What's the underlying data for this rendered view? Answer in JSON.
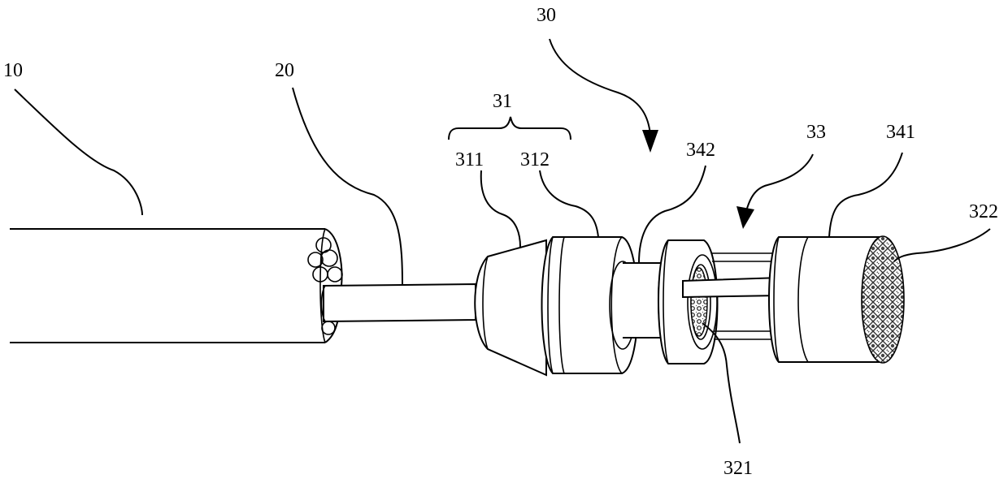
{
  "labels": {
    "l10": "10",
    "l20": "20",
    "l30": "30",
    "l31": "31",
    "l311": "311",
    "l312": "312",
    "l33": "33",
    "l341": "341",
    "l342": "342",
    "l321": "321",
    "l322": "322"
  }
}
